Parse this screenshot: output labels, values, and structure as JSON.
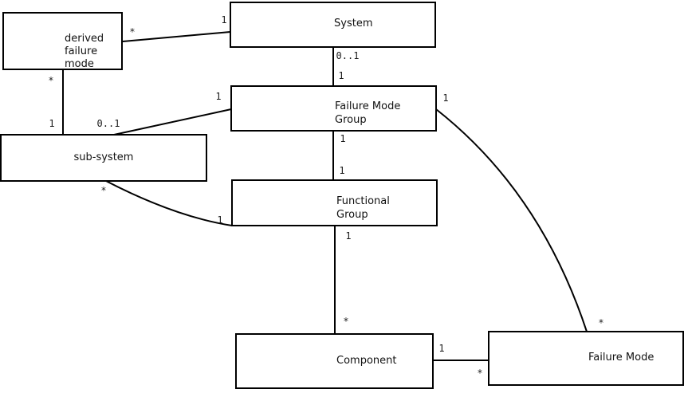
{
  "diagram_type": "uml-class-association-diagram",
  "colors": {
    "background": "#ffffff",
    "line": "#000000",
    "text": "#111111"
  },
  "nodes": {
    "derived_failure_mode": {
      "lines": [
        "derived",
        "failure",
        "mode"
      ]
    },
    "system": {
      "label": "System"
    },
    "failure_mode_group": {
      "lines": [
        "Failure Mode",
        "Group"
      ]
    },
    "sub_system": {
      "label": "sub-system"
    },
    "functional_group": {
      "lines": [
        "Functional",
        "Group"
      ]
    },
    "component": {
      "label": "Component"
    },
    "failure_mode": {
      "label": "Failure Mode"
    }
  },
  "edges": {
    "dfm_system": {
      "from": "derived failure mode",
      "to": "System",
      "from_mult": "*",
      "to_mult": "1"
    },
    "dfm_subsystem": {
      "from": "derived failure mode",
      "to": "sub-system",
      "from_mult": "*",
      "to_mult": "1"
    },
    "system_fmg": {
      "from": "System",
      "to": "Failure Mode Group",
      "from_mult": "0..1",
      "to_mult": "1"
    },
    "subsystem_fmg": {
      "from": "sub-system",
      "to": "Failure Mode Group",
      "from_mult": "0..1",
      "to_mult": "1"
    },
    "fmg_fg": {
      "from": "Failure Mode Group",
      "to": "Functional Group",
      "from_mult": "1",
      "to_mult": "1"
    },
    "subsystem_fg": {
      "from": "sub-system",
      "to": "Functional Group",
      "from_mult": "*",
      "to_mult": "1"
    },
    "fg_component": {
      "from": "Functional Group",
      "to": "Component",
      "from_mult": "1",
      "to_mult": "*"
    },
    "component_fm": {
      "from": "Component",
      "to": "Failure Mode",
      "from_mult": "1",
      "to_mult": "*"
    },
    "fmg_fm": {
      "from": "Failure Mode Group",
      "to": "Failure Mode",
      "from_mult": "1",
      "to_mult": "*"
    }
  }
}
